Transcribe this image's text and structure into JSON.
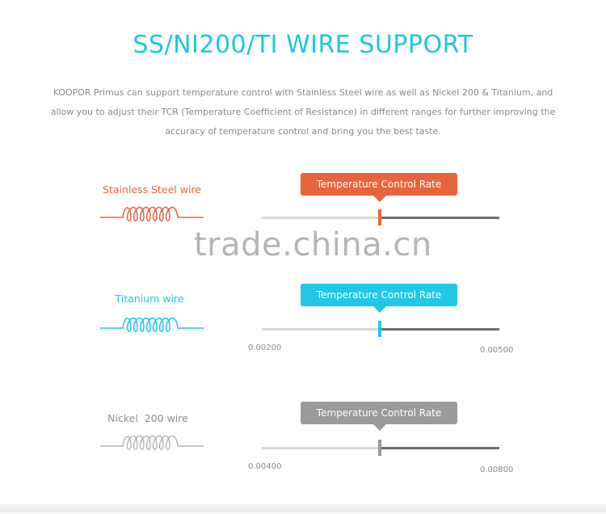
{
  "header": {
    "title": "SS/NI200/TI WIRE SUPPORT",
    "description": "KOOPOR Primus can support temperature control with Stainless Steel wire as well as Nickel 200 & Titanium, and allow you to adjust their TCR (Temperature Coefficient of Resistance) in different ranges for further improving the accuracy of temperature control and bring you the best taste."
  },
  "wires": [
    {
      "label": "Stainless Steel wire",
      "color": "#e8643c",
      "bubble_label": "Temperature Control Rate",
      "range_min": "",
      "range_max": "",
      "position_fraction": 0.5,
      "coil_icon": "coil-icon"
    },
    {
      "label": "Titanium wire",
      "color": "#1ec8e6",
      "bubble_label": "Temperature Control Rate",
      "range_min": "0.00200",
      "range_max": "0.00500",
      "position_fraction": 0.5,
      "coil_icon": "coil-icon"
    },
    {
      "label": "Nickel  200 wire",
      "color": "#9a9a9a",
      "bubble_label": "Temperature Control Rate",
      "range_min": "0.00400",
      "range_max": "0.00800",
      "position_fraction": 0.5,
      "coil_icon": "coil-icon"
    }
  ],
  "watermark": "trade.china.cn"
}
